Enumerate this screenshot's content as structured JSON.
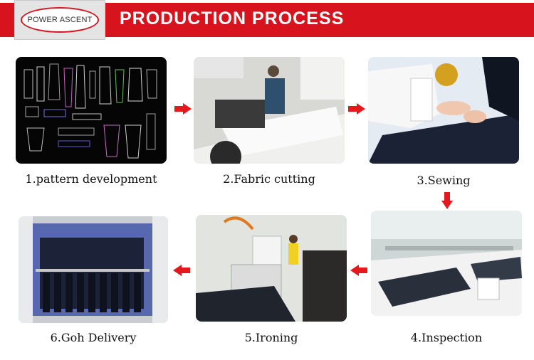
{
  "header": {
    "logo_text": "POWER ASCENT",
    "title": "PRODUCTION PROCESS"
  },
  "colors": {
    "brand_red": "#d7141d",
    "arrow_red": "#e3191d",
    "background": "#ffffff"
  },
  "steps": [
    {
      "label": "1.pattern development"
    },
    {
      "label": "2.Fabric cutting"
    },
    {
      "label": "3.Sewing"
    },
    {
      "label": "4.Inspection"
    },
    {
      "label": "5.Ironing"
    },
    {
      "label": "6.Goh Delivery"
    }
  ]
}
